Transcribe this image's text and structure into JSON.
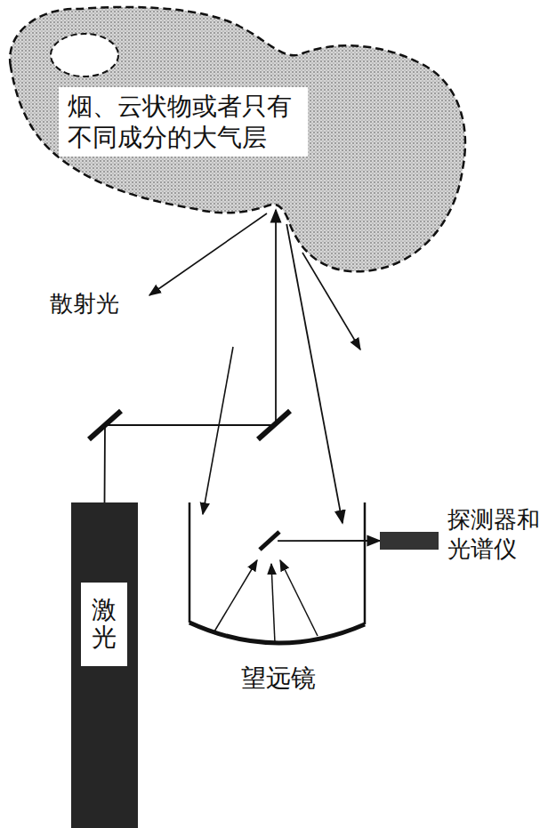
{
  "diagram": {
    "nodes": [
      {
        "text": [
          "烟、云状物或者只有 不同成分的大气层"
        ]
      },
      {
        "text": [
          "激光"
        ]
      },
      {
        "text": [
          "望远镜"
        ]
      },
      {
        "text": [
          "探测器和 光谱仪"
        ]
      }
    ],
    "edges": [
      {
        "from": 1,
        "to": 0,
        "arrow": "to"
      },
      {
        "from": 0,
        "to": 2,
        "arrow": "to"
      },
      {
        "from": 2,
        "to": 3,
        "arrow": "to"
      }
    ],
    "labels": [
      "散射光"
    ]
  }
}
